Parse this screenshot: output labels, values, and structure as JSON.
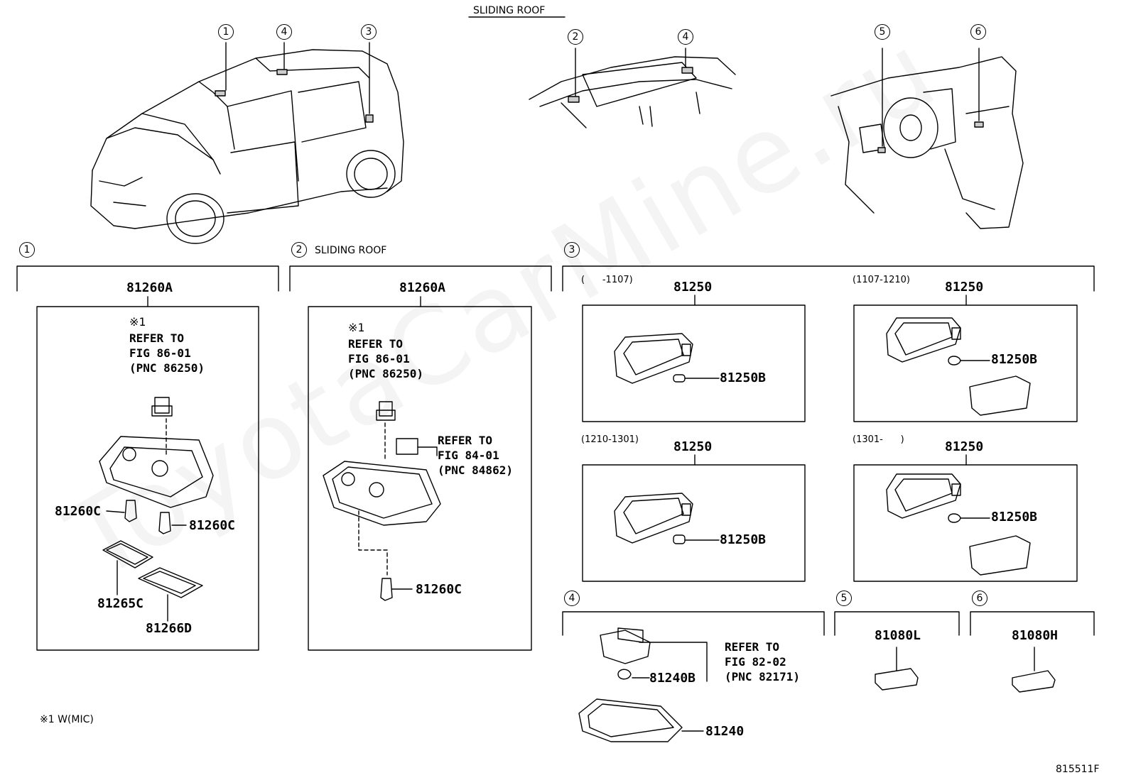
{
  "header": {
    "sliding_roof": "SLIDING ROOF"
  },
  "watermark": "ToyotaCarMine.ru",
  "callouts": [
    "1",
    "2",
    "3",
    "4",
    "5",
    "6"
  ],
  "sections": {
    "s1": {
      "num": "1",
      "part": "81260A",
      "note_mark": "※1",
      "refer": "REFER TO\nFIG 86-01\n(PNC 86250)",
      "bulb_a": "81260C",
      "bulb_b": "81260C",
      "lens_a": "81265C",
      "lens_b": "81266D"
    },
    "s2": {
      "num": "2",
      "title": "SLIDING ROOF",
      "part": "81260A",
      "note_mark": "※1",
      "refer_a": "REFER TO\nFIG 86-01\n(PNC 86250)",
      "refer_b": "REFER TO\nFIG 84-01\n(PNC 84862)",
      "bulb": "81260C"
    },
    "s3": {
      "num": "3",
      "boxes": [
        {
          "date": "(      -1107)",
          "part": "81250",
          "bulb": "81250B"
        },
        {
          "date": "(1107-1210)",
          "part": "81250",
          "bulb": "81250B"
        },
        {
          "date": "(1210-1301)",
          "part": "81250",
          "bulb": "81250B"
        },
        {
          "date": "(1301-      )",
          "part": "81250",
          "bulb": "81250B"
        }
      ]
    },
    "s4": {
      "num": "4",
      "refer": "REFER TO\nFIG 82-02\n(PNC 82171)",
      "bulb": "81240B",
      "part": "81240"
    },
    "s5": {
      "num": "5",
      "part": "81080L"
    },
    "s6": {
      "num": "6",
      "part": "81080H"
    }
  },
  "footnote": "※1 W(MIC)",
  "figure_id": "815511F"
}
